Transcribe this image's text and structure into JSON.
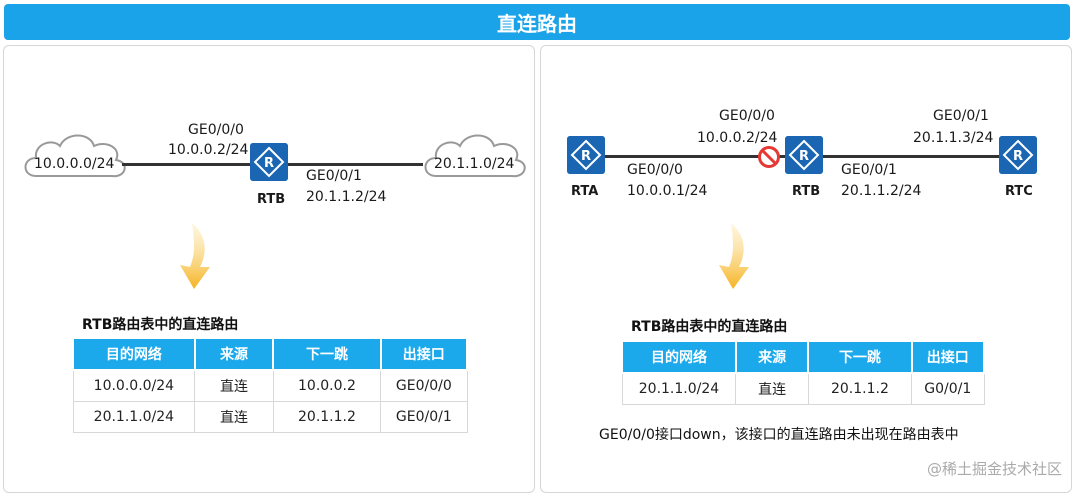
{
  "title": "直连路由",
  "left": {
    "cloud_left": "10.0.0.0/24",
    "cloud_right": "20.1.1.0/24",
    "if_a_name": "GE0/0/0",
    "if_a_ip": "10.0.0.2/24",
    "if_b_name": "GE0/0/1",
    "if_b_ip": "20.1.1.2/24",
    "router": "RTB",
    "table_caption": "RTB路由表中的直连路由",
    "headers": [
      "目的网络",
      "来源",
      "下一跳",
      "出接口"
    ],
    "rows": [
      [
        "10.0.0.0/24",
        "直连",
        "10.0.0.2",
        "GE0/0/0"
      ],
      [
        "20.1.1.0/24",
        "直连",
        "20.1.1.2",
        "GE0/0/1"
      ]
    ]
  },
  "right": {
    "rta": "RTA",
    "rtb": "RTB",
    "rtc": "RTC",
    "rta_if_name": "GE0/0/0",
    "rta_if_ip": "10.0.0.1/24",
    "rtb_if0_name": "GE0/0/0",
    "rtb_if0_ip": "10.0.0.2/24",
    "rtb_if1_name": "GE0/0/1",
    "rtb_if1_ip": "20.1.1.2/24",
    "rtc_if_name": "GE0/0/1",
    "rtc_if_ip": "20.1.1.3/24",
    "table_caption": "RTB路由表中的直连路由",
    "headers": [
      "目的网络",
      "来源",
      "下一跳",
      "出接口"
    ],
    "rows": [
      [
        "20.1.1.0/24",
        "直连",
        "20.1.1.2",
        "G0/0/1"
      ]
    ],
    "note": "GE0/0/0接口down，该接口的直连路由未出现在路由表中"
  },
  "watermark": "@稀土掘金技术社区",
  "colors": {
    "title_bg": "#1aa3e8",
    "router": "#1b66b3",
    "header": "#1ba9ec",
    "arrow": "#f5b321",
    "down": "#e53935"
  },
  "icons": [
    "router-icon",
    "cloud-icon",
    "down-arrow-icon",
    "prohibited-icon"
  ]
}
